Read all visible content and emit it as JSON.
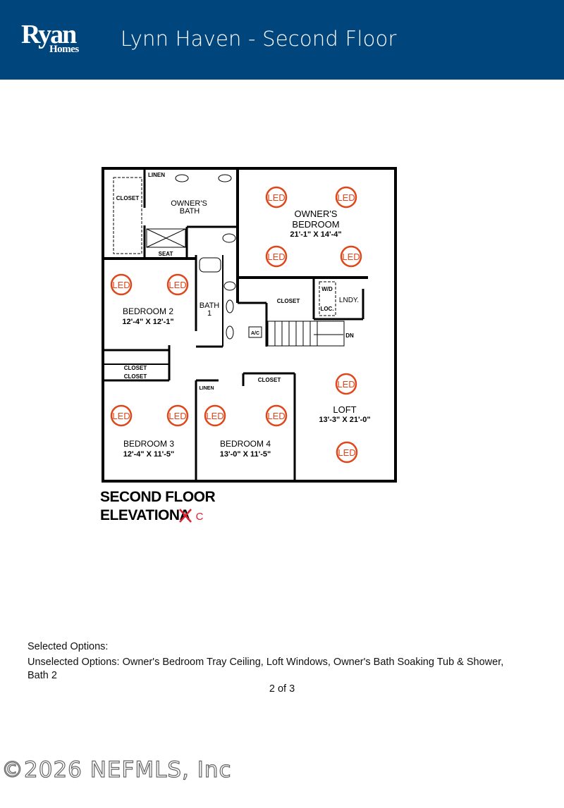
{
  "header": {
    "logo_text": "Ryan",
    "logo_sub": "Homes",
    "title": "Lynn Haven - Second Floor",
    "bg_color": "#00457c"
  },
  "plan": {
    "rooms": {
      "closet_owner": "CLOSET",
      "linen_top": "LINEN",
      "owners_bath_1": "OWNER'S",
      "owners_bath_2": "BATH",
      "seat": "SEAT",
      "owners_bed_1": "OWNER'S",
      "owners_bed_2": "BEDROOM",
      "owners_bed_dim": "21'-1\" X 14'-4\"",
      "bed2": "BEDROOM 2",
      "bed2_dim": "12'-4\" X 12'-1\"",
      "bath1_1": "BATH",
      "bath1_2": "1",
      "closet_mid": "CLOSET",
      "wd": "W/D",
      "loc": "LOC.",
      "lndy": "LNDY.",
      "ac": "A/C",
      "dn": "DN",
      "closet_a": "CLOSET",
      "closet_b": "CLOSET",
      "linen_mid": "LINEN",
      "closet_bed4": "CLOSET",
      "loft": "LOFT",
      "loft_dim": "13'-3\" X 21'-0\"",
      "bed3": "BEDROOM 3",
      "bed3_dim": "12'-4\" X 11'-5\"",
      "bed4": "BEDROOM 4",
      "bed4_dim": "13'-0\" X 11'-5\""
    },
    "led_label": "LED",
    "led_color": "#e0461a"
  },
  "caption": {
    "line1": "SECOND FLOOR",
    "line2": "ELEVATION",
    "struck": "A",
    "replacement": "C"
  },
  "options": {
    "selected": "Selected Options:",
    "unselected_1": "Unselected Options: Owner's Bedroom Tray Ceiling, Loft Windows, Owner's Bath Soaking Tub & Shower,",
    "unselected_2": "Bath 2"
  },
  "page_label": "2 of 3",
  "watermark": "©2026 NEFMLS, Inc"
}
